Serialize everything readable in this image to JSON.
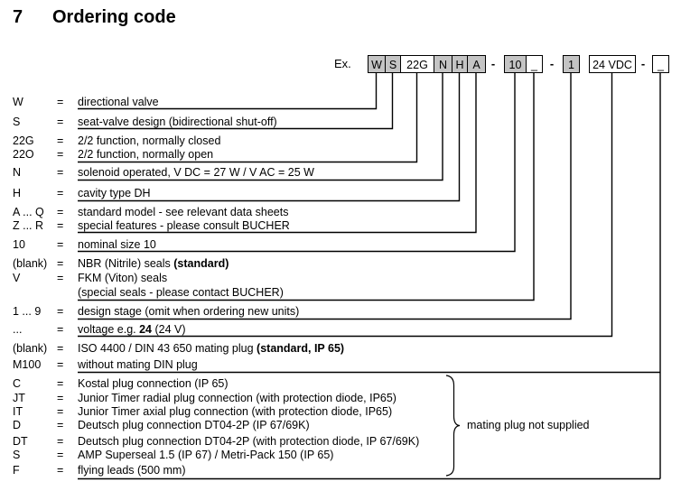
{
  "title": {
    "number": "7",
    "text": "Ordering code"
  },
  "eq": "=",
  "example": {
    "label": "Ex.",
    "separator": "-",
    "boxes": [
      {
        "label": "W",
        "fill": "gray"
      },
      {
        "label": "S",
        "fill": "gray"
      },
      {
        "label": "22G",
        "fill": "white"
      },
      {
        "label": "N",
        "fill": "gray"
      },
      {
        "label": "H",
        "fill": "gray"
      },
      {
        "label": "A",
        "fill": "gray"
      },
      {
        "label": "10",
        "fill": "gray"
      },
      {
        "label": "_",
        "fill": "white"
      },
      {
        "label": "1",
        "fill": "gray"
      },
      {
        "label": "24 VDC",
        "fill": "white"
      },
      {
        "label": "_",
        "fill": "white"
      }
    ]
  },
  "rows": [
    {
      "code": "W",
      "desc": "directional valve"
    },
    {
      "code": "S",
      "desc": "seat-valve design (bidirectional shut-off)"
    },
    {
      "code": "22G",
      "desc": "2/2 function, normally closed"
    },
    {
      "code": "22O",
      "desc": "2/2 function, normally open"
    },
    {
      "code": "N",
      "desc": "solenoid operated, V DC = 27 W  /  V AC = 25 W"
    },
    {
      "code": "H",
      "desc": "cavity type DH"
    },
    {
      "code": "A ... Q",
      "desc": "standard model - see relevant data sheets"
    },
    {
      "code": "Z ... R",
      "desc": "special features - please consult BUCHER"
    },
    {
      "code": "10",
      "desc": "nominal size 10"
    },
    {
      "code": "(blank)",
      "desc": "NBR (Nitrile) seals ",
      "desc_bold": " (standard)"
    },
    {
      "code": "V",
      "desc": "FKM (Viton) seals"
    },
    {
      "code": "",
      "desc": "(special seals - please contact BUCHER)"
    },
    {
      "code": "1 ... 9",
      "desc": "design stage (omit when ordering new units)"
    },
    {
      "code": "...",
      "d1": "voltage e.g. ",
      "d2": "24",
      "d3": " (24 V)"
    },
    {
      "code": "(blank)",
      "desc": "ISO 4400 / DIN 43 650 mating plug ",
      "desc_bold": "(standard, IP 65)"
    },
    {
      "code": "M100",
      "desc": "without mating DIN plug"
    },
    {
      "code": "C",
      "desc": "Kostal plug connection (IP 65)"
    },
    {
      "code": "JT",
      "desc": "Junior Timer radial plug connection (with protection diode, IP65)"
    },
    {
      "code": "IT",
      "desc": "Junior Timer axial plug connection (with protection diode, IP65)"
    },
    {
      "code": "D",
      "desc": "Deutsch plug connection DT04-2P (IP 67/69K)"
    },
    {
      "code": "DT",
      "desc": "Deutsch plug connection DT04-2P (with protection diode, IP 67/69K)"
    },
    {
      "code": "S",
      "desc": "AMP Superseal 1.5 (IP 67) / Metri-Pack 150 (IP 65)"
    },
    {
      "code": "F",
      "desc": "flying leads (500 mm)"
    }
  ],
  "brace_note": "mating plug not supplied",
  "colors": {
    "box_gray": "#c4c4c4",
    "box_white": "#ffffff",
    "line": "#000000",
    "text": "#000000"
  }
}
